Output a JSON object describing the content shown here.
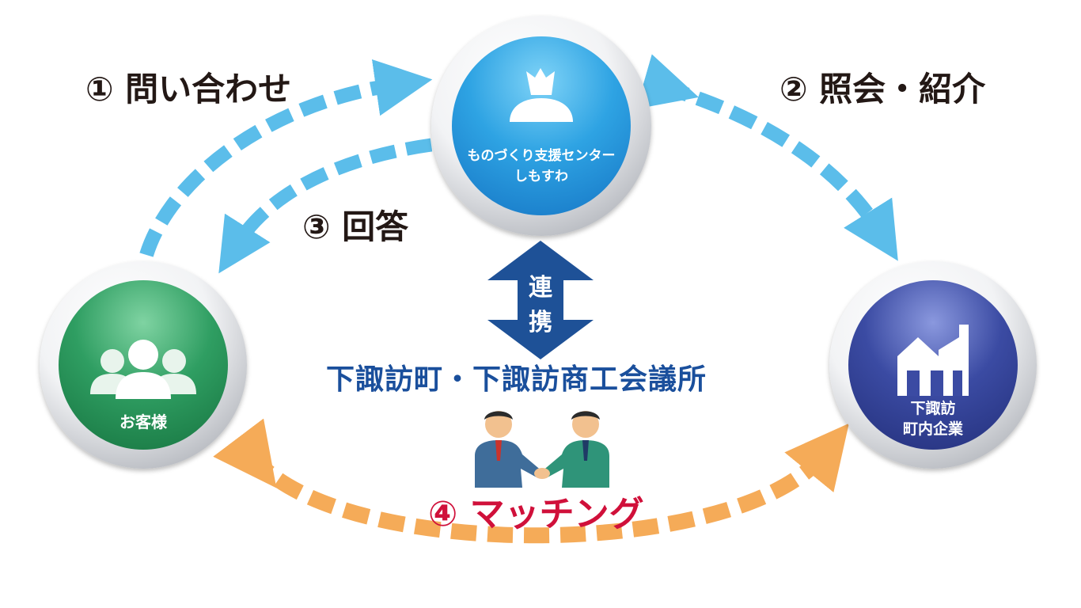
{
  "steps": {
    "inquiry": "① 問い合わせ",
    "referral": "② 照会・紹介",
    "answer": "③ 回答",
    "matching": "④ マッチング"
  },
  "nodes": {
    "center_line1": "ものづくり支援センター",
    "center_line2": "しもすわ",
    "customer": "お客様",
    "companies_line1": "下諏訪",
    "companies_line2": "町内企業"
  },
  "link": {
    "char1": "連",
    "char2": "携"
  },
  "partner": "下諏訪町・下諏訪商工会議所",
  "colors": {
    "blue_arrow": "#5bbdea",
    "orange_arrow": "#f5ab58",
    "navy_arrow": "#1e5197",
    "center_node": "#1f8fd6",
    "customer_node": "#2a9a5e",
    "companies_node": "#3a4a9c",
    "matching_text": "#d0103a"
  },
  "icons": {
    "center": "money-bag-icon",
    "customer": "people-group-icon",
    "companies": "factory-icon",
    "handshake": "handshake-icon"
  }
}
